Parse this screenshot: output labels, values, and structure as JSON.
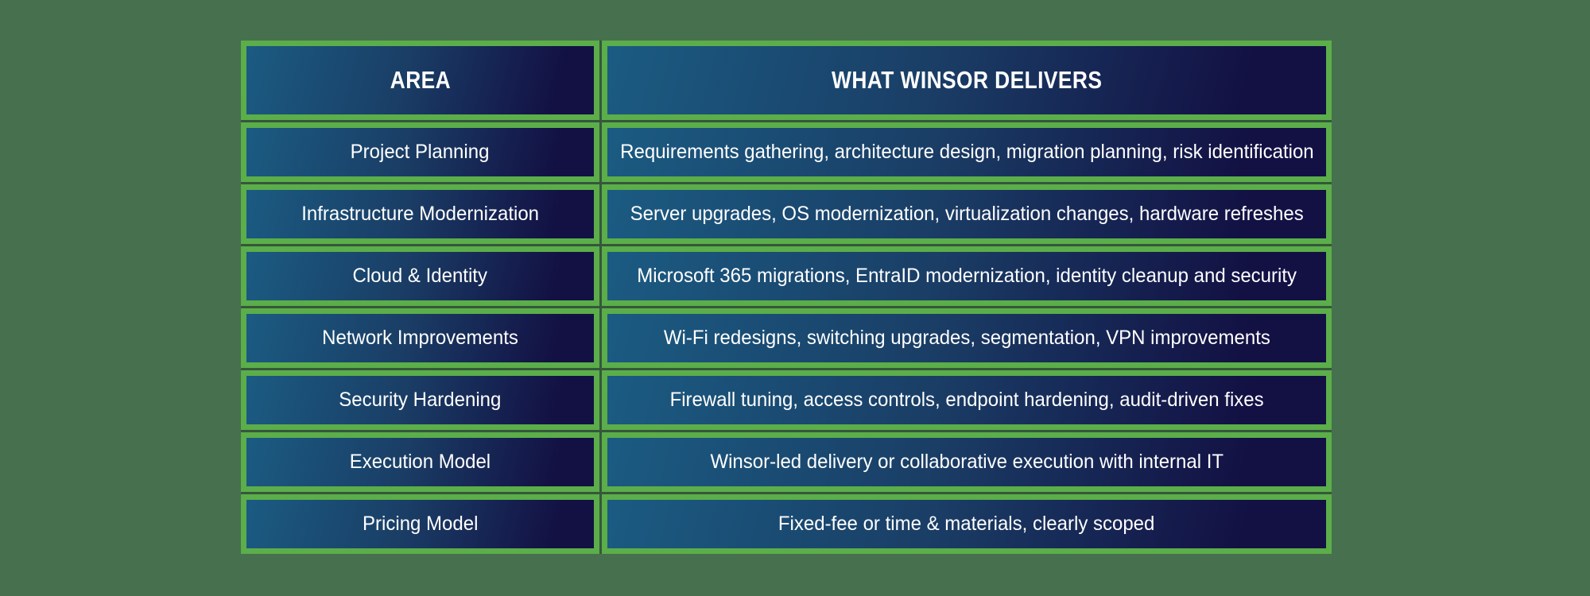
{
  "page": {
    "background_color": "#47704E",
    "border_color": "#5BAE49",
    "cell_gradient_start": "#1B5B82",
    "cell_gradient_end": "#131144",
    "text_color": "#FFFFFF"
  },
  "table": {
    "headers": {
      "area": "AREA",
      "delivers": "WHAT WINSOR DELIVERS"
    },
    "rows": [
      {
        "area": "Project Planning",
        "delivers": "Requirements gathering, architecture design, migration planning, risk identification"
      },
      {
        "area": "Infrastructure Modernization",
        "delivers": "Server upgrades, OS modernization, virtualization changes, hardware refreshes"
      },
      {
        "area": "Cloud & Identity",
        "delivers": "Microsoft 365 migrations, EntraID modernization, identity cleanup and security"
      },
      {
        "area": "Network Improvements",
        "delivers": "Wi-Fi redesigns, switching upgrades, segmentation, VPN improvements"
      },
      {
        "area": "Security Hardening",
        "delivers": "Firewall tuning, access controls, endpoint hardening, audit-driven fixes"
      },
      {
        "area": "Execution Model",
        "delivers": "Winsor-led delivery or collaborative execution with internal IT"
      },
      {
        "area": "Pricing Model",
        "delivers": "Fixed-fee or time & materials, clearly scoped"
      }
    ]
  }
}
